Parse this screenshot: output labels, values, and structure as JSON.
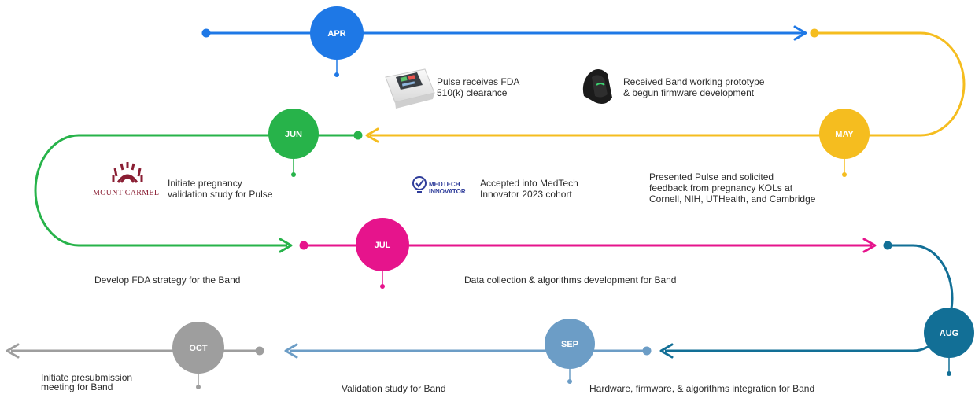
{
  "months": {
    "apr": "APR",
    "may": "MAY",
    "jun": "JUN",
    "jul": "JUL",
    "aug": "AUG",
    "sep": "SEP",
    "oct": "OCT"
  },
  "colors": {
    "apr": "#1e78e6",
    "may": "#f5bd1f",
    "jun": "#27b34a",
    "jul": "#e6148c",
    "aug": "#126f96",
    "sep": "#6c9dc6",
    "oct": "#9e9e9e"
  },
  "milestones": {
    "pulse_fda": [
      "Pulse receives FDA",
      "510(k) clearance"
    ],
    "band_prototype": [
      "Received Band working prototype",
      "& begun firmware development"
    ],
    "pulse_kols": [
      "Presented Pulse and solicited",
      "feedback from pregnancy KOLs at",
      "Cornell, NIH, UTHealth, and Cambridge"
    ],
    "medtech": [
      "Accepted into MedTech",
      "Innovator 2023 cohort"
    ],
    "pregnancy_study": [
      "Initiate pregnancy",
      "validation study for Pulse"
    ],
    "fda_strategy": "Develop FDA strategy for the Band",
    "data_collection": "Data collection & algorithms development for Band",
    "integration": "Hardware, firmware, & algorithms integration for Band",
    "validation": "Validation study for Band",
    "presubmission": [
      "Initiate presubmission",
      "meeting for Band"
    ]
  },
  "logos": {
    "mount_carmel": "MOUNT CARMEL",
    "medtech_line1": "MEDTECH",
    "medtech_line2": "INNOVATOR",
    "pulse_device": "pulse-device-image",
    "band_device": "band-wearable-image"
  }
}
